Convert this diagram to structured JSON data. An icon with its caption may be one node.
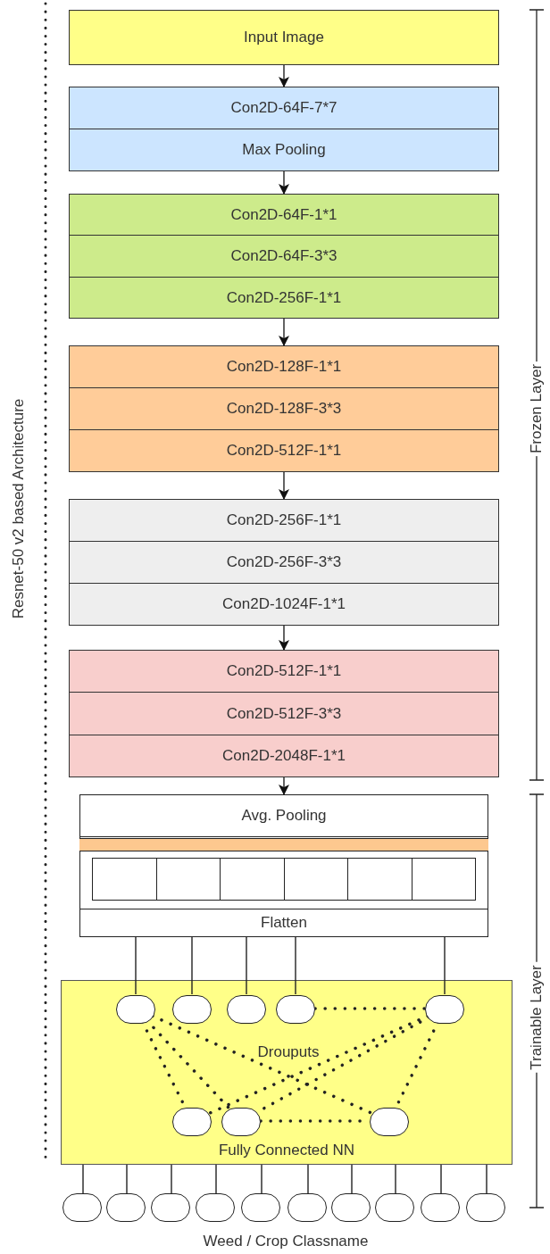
{
  "diagram": {
    "nodes": [
      {
        "text": [
          "Input Image"
        ]
      },
      {
        "text": [
          "Con2D-64F-7*7",
          "Max Pooling"
        ]
      },
      {
        "text": [
          "Con2D-64F-1*1",
          "Con2D-64F-3*3",
          "Con2D-256F-1*1"
        ]
      },
      {
        "text": [
          "Con2D-128F-1*1",
          "Con2D-128F-3*3",
          "Con2D-512F-1*1"
        ]
      },
      {
        "text": [
          "Con2D-256F-1*1",
          "Con2D-256F-3*3",
          "Con2D-1024F-1*1"
        ]
      },
      {
        "text": [
          "Con2D-512F-1*1",
          "Con2D-512F-3*3",
          "Con2D-2048F-1*1"
        ]
      },
      {
        "text": [
          "Avg. Pooling",
          "Flatten"
        ]
      },
      {
        "text": [
          "Drouputs",
          "Fully Connected NN"
        ]
      },
      {
        "text": [],
        "shape": "circle",
        "in": 7
      },
      {
        "text": [],
        "shape": "circle",
        "in": 7
      },
      {
        "text": [],
        "shape": "circle",
        "in": 7
      },
      {
        "text": [],
        "shape": "circle",
        "in": 7
      },
      {
        "text": [],
        "shape": "circle",
        "in": 7
      },
      {
        "text": [],
        "shape": "circle",
        "in": 7
      },
      {
        "text": [],
        "shape": "circle",
        "in": 7
      },
      {
        "text": [],
        "shape": "circle",
        "in": 7
      },
      {
        "text": [],
        "shape": "circle"
      },
      {
        "text": [],
        "shape": "circle"
      },
      {
        "text": [],
        "shape": "circle"
      },
      {
        "text": [],
        "shape": "circle"
      },
      {
        "text": [],
        "shape": "circle"
      },
      {
        "text": [],
        "shape": "circle"
      },
      {
        "text": [],
        "shape": "circle"
      },
      {
        "text": [],
        "shape": "circle"
      },
      {
        "text": [],
        "shape": "circle"
      },
      {
        "text": [],
        "shape": "circle"
      },
      {
        "text": [],
        "shape": "bar",
        "in": 6
      }
    ],
    "edges": [
      {
        "from": 0,
        "to": 1,
        "arrow": "to"
      },
      {
        "from": 1,
        "to": 2,
        "arrow": "to"
      },
      {
        "from": 2,
        "to": 3,
        "arrow": "to"
      },
      {
        "from": 3,
        "to": 4,
        "arrow": "to"
      },
      {
        "from": 4,
        "to": 5,
        "arrow": "to"
      },
      {
        "from": 5,
        "to": 6,
        "arrow": "to"
      },
      {
        "from": 6,
        "to": 8,
        "arrow": "none"
      },
      {
        "from": 6,
        "to": 9,
        "arrow": "none"
      },
      {
        "from": 6,
        "to": 10,
        "arrow": "none"
      },
      {
        "from": 6,
        "to": 11,
        "arrow": "none"
      },
      {
        "from": 6,
        "to": 12,
        "arrow": "none"
      },
      {
        "from": 11,
        "to": 12,
        "arrow": "none",
        "style": "dashed"
      },
      {
        "from": 8,
        "to": 13,
        "arrow": "none",
        "style": "dashed"
      },
      {
        "from": 8,
        "to": 14,
        "arrow": "none",
        "style": "dashed"
      },
      {
        "from": 8,
        "to": 15,
        "arrow": "none",
        "style": "dashed"
      },
      {
        "from": 12,
        "to": 13,
        "arrow": "none",
        "style": "dashed"
      },
      {
        "from": 12,
        "to": 14,
        "arrow": "none",
        "style": "dashed"
      },
      {
        "from": 12,
        "to": 15,
        "arrow": "none",
        "style": "dashed"
      },
      {
        "from": 14,
        "to": 15,
        "arrow": "none",
        "style": "dashed"
      },
      {
        "from": 7,
        "to": 16,
        "arrow": "none"
      },
      {
        "from": 7,
        "to": 17,
        "arrow": "none"
      },
      {
        "from": 7,
        "to": 18,
        "arrow": "none"
      },
      {
        "from": 7,
        "to": 19,
        "arrow": "none"
      },
      {
        "from": 7,
        "to": 20,
        "arrow": "none"
      },
      {
        "from": 7,
        "to": 21,
        "arrow": "none"
      },
      {
        "from": 7,
        "to": 22,
        "arrow": "none"
      },
      {
        "from": 7,
        "to": 23,
        "arrow": "none"
      },
      {
        "from": 7,
        "to": 24,
        "arrow": "none"
      },
      {
        "from": 7,
        "to": 25,
        "arrow": "none"
      }
    ],
    "labels": [
      "Resnet-50 v2 based Architecture",
      "Frozen Layer",
      "Trainable Layer",
      "Weed / Crop Classname"
    ]
  }
}
